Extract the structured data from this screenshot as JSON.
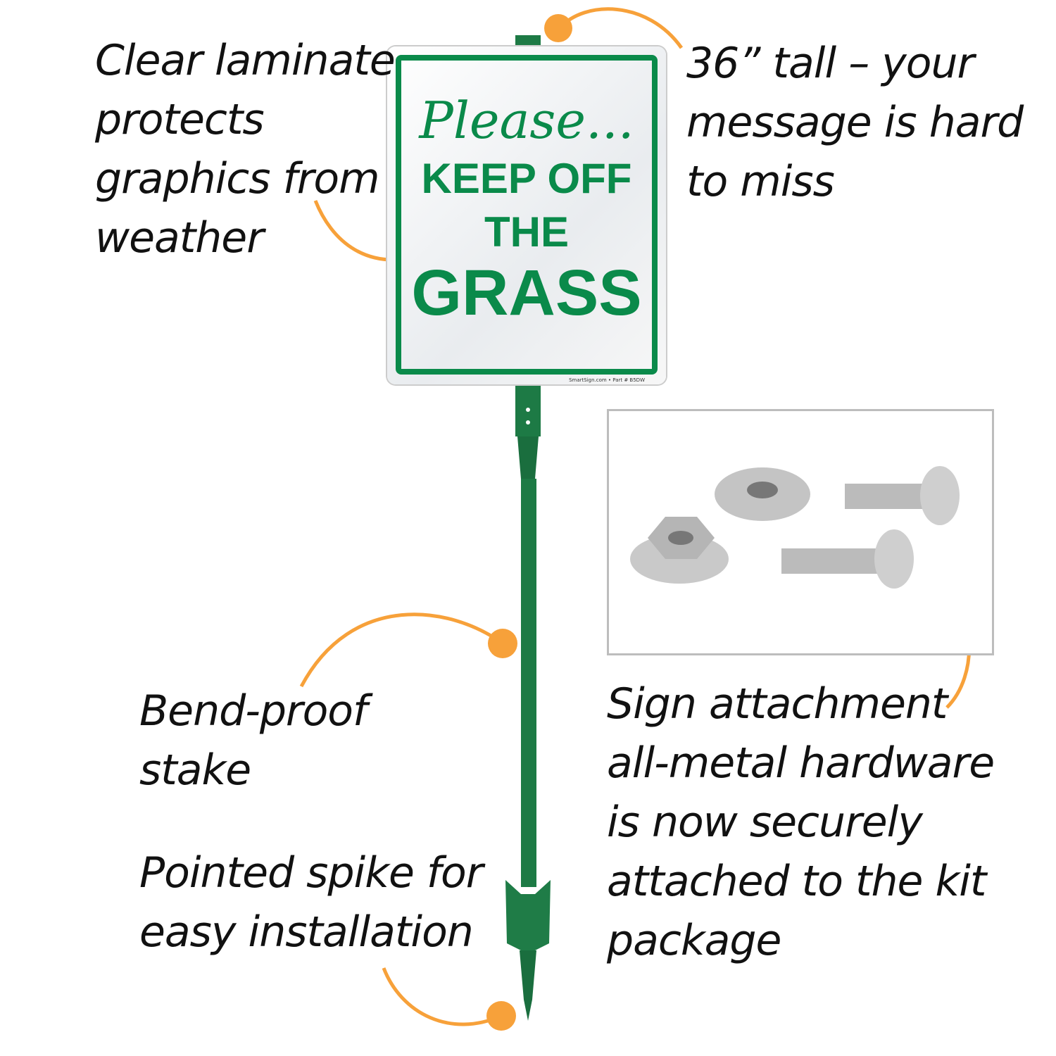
{
  "captions": {
    "laminate": "Clear laminate\nprotects\ngraphics from\nweather",
    "tall": "36” tall – your\nmessage is hard\nto miss",
    "stake": "Bend-proof\nstake",
    "spike": "Pointed spike for\neasy installation",
    "hardware": "Sign attachment\nall-metal hardware\nis now securely\nattached to the kit\npackage"
  },
  "sign": {
    "line1": "Please...",
    "line2": "KEEP OFF",
    "line3": "THE",
    "line4": "GRASS",
    "footer": "SmartSign.com • Part # B5DW"
  },
  "colors": {
    "accent": "#f7a13a",
    "sign_green": "#0a8a4a",
    "post_green": "#1d7a45"
  }
}
